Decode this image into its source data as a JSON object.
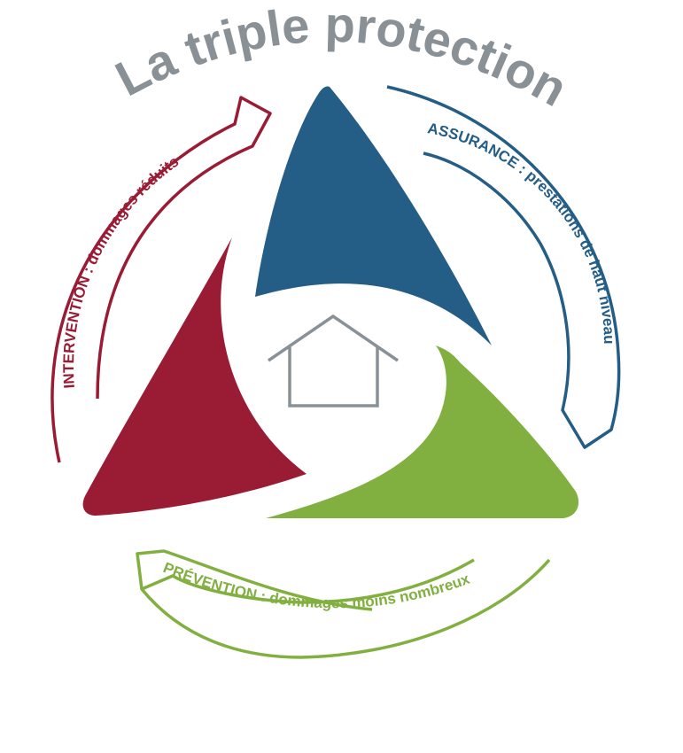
{
  "title": "La triple protection",
  "colors": {
    "title": "#8a9196",
    "assurance": "#245d86",
    "intervention": "#9a1c34",
    "prevention": "#82b040",
    "house": "#8a9196"
  },
  "segments": {
    "assurance": {
      "keyword": "ASSURANCE",
      "separator": " : ",
      "description": "prestations de haut niveau"
    },
    "intervention": {
      "keyword": "INTERVENTION",
      "separator": " : ",
      "description": "dommages réduits"
    },
    "prevention": {
      "keyword": "PRÉVENTION",
      "separator": " : ",
      "description": "dommages moins nombreux"
    }
  },
  "center_icon": "house-icon"
}
